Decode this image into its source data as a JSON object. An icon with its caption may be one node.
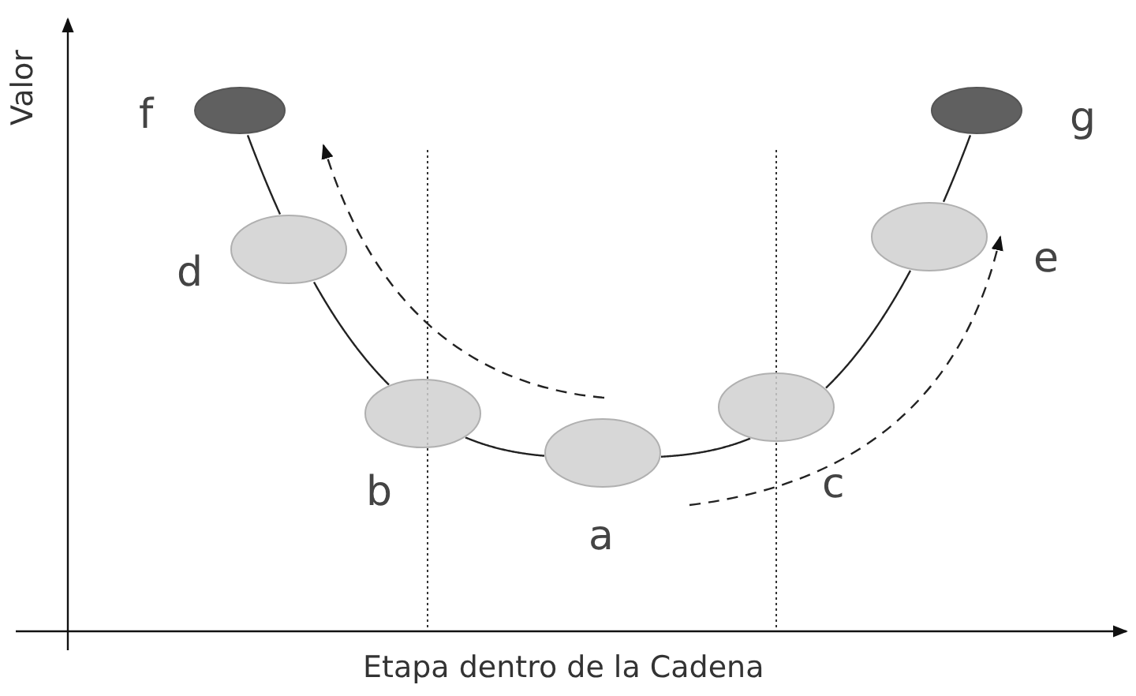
{
  "diagram": {
    "nodes": [
      {
        "text": [],
        "shape": "ellipse",
        "beside": [
          "f"
        ]
      },
      {
        "text": [],
        "shape": "ellipse",
        "beside": [
          "d"
        ]
      },
      {
        "text": [],
        "shape": "ellipse",
        "beside": [
          "b"
        ]
      },
      {
        "text": [],
        "shape": "ellipse",
        "beside": [
          "a"
        ]
      },
      {
        "text": [],
        "shape": "ellipse",
        "beside": [
          "c"
        ]
      },
      {
        "text": [],
        "shape": "ellipse",
        "beside": [
          "e"
        ]
      },
      {
        "text": [],
        "shape": "ellipse",
        "beside": [
          "g"
        ]
      }
    ],
    "edges": [
      {
        "from": 0,
        "to": 1,
        "arrow": "none"
      },
      {
        "from": 1,
        "to": 2,
        "arrow": "none"
      },
      {
        "from": 2,
        "to": 3,
        "arrow": "none"
      },
      {
        "from": 3,
        "to": 4,
        "arrow": "none"
      },
      {
        "from": 4,
        "to": 5,
        "arrow": "none"
      },
      {
        "from": 5,
        "to": 6,
        "arrow": "none"
      }
    ],
    "labels": [
      "Valor",
      "Etapa dentro de la Cadena"
    ]
  }
}
